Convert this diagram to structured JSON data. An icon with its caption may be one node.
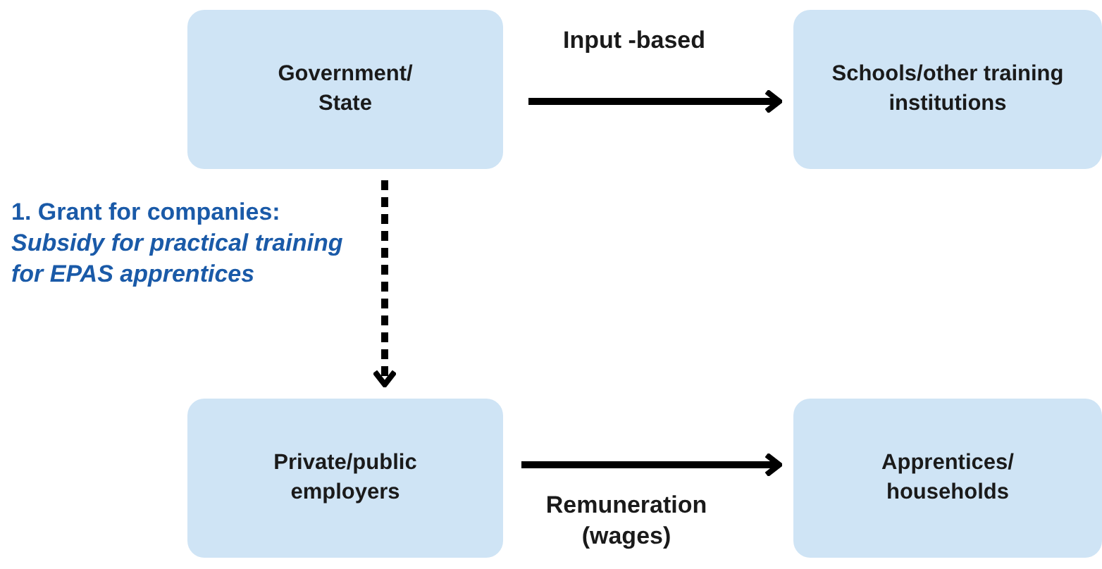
{
  "diagram": {
    "nodes": [
      {
        "text": [
          "Government/ State"
        ]
      },
      {
        "text": [
          "Schools/other training institutions"
        ]
      },
      {
        "text": [
          "Private/public employers"
        ]
      },
      {
        "text": [
          "Apprentices/ households"
        ]
      }
    ],
    "edges": [
      {
        "from": 0,
        "to": 1,
        "arrow": "to",
        "label": "Input -based"
      },
      {
        "from": 0,
        "to": 2,
        "arrow": "to",
        "style": "dashed",
        "label": "1. Grant for companies: *Subsidy for practical training for EPAS apprentices*"
      },
      {
        "from": 2,
        "to": 3,
        "arrow": "to",
        "label": "Remuneration (wages)"
      }
    ]
  }
}
